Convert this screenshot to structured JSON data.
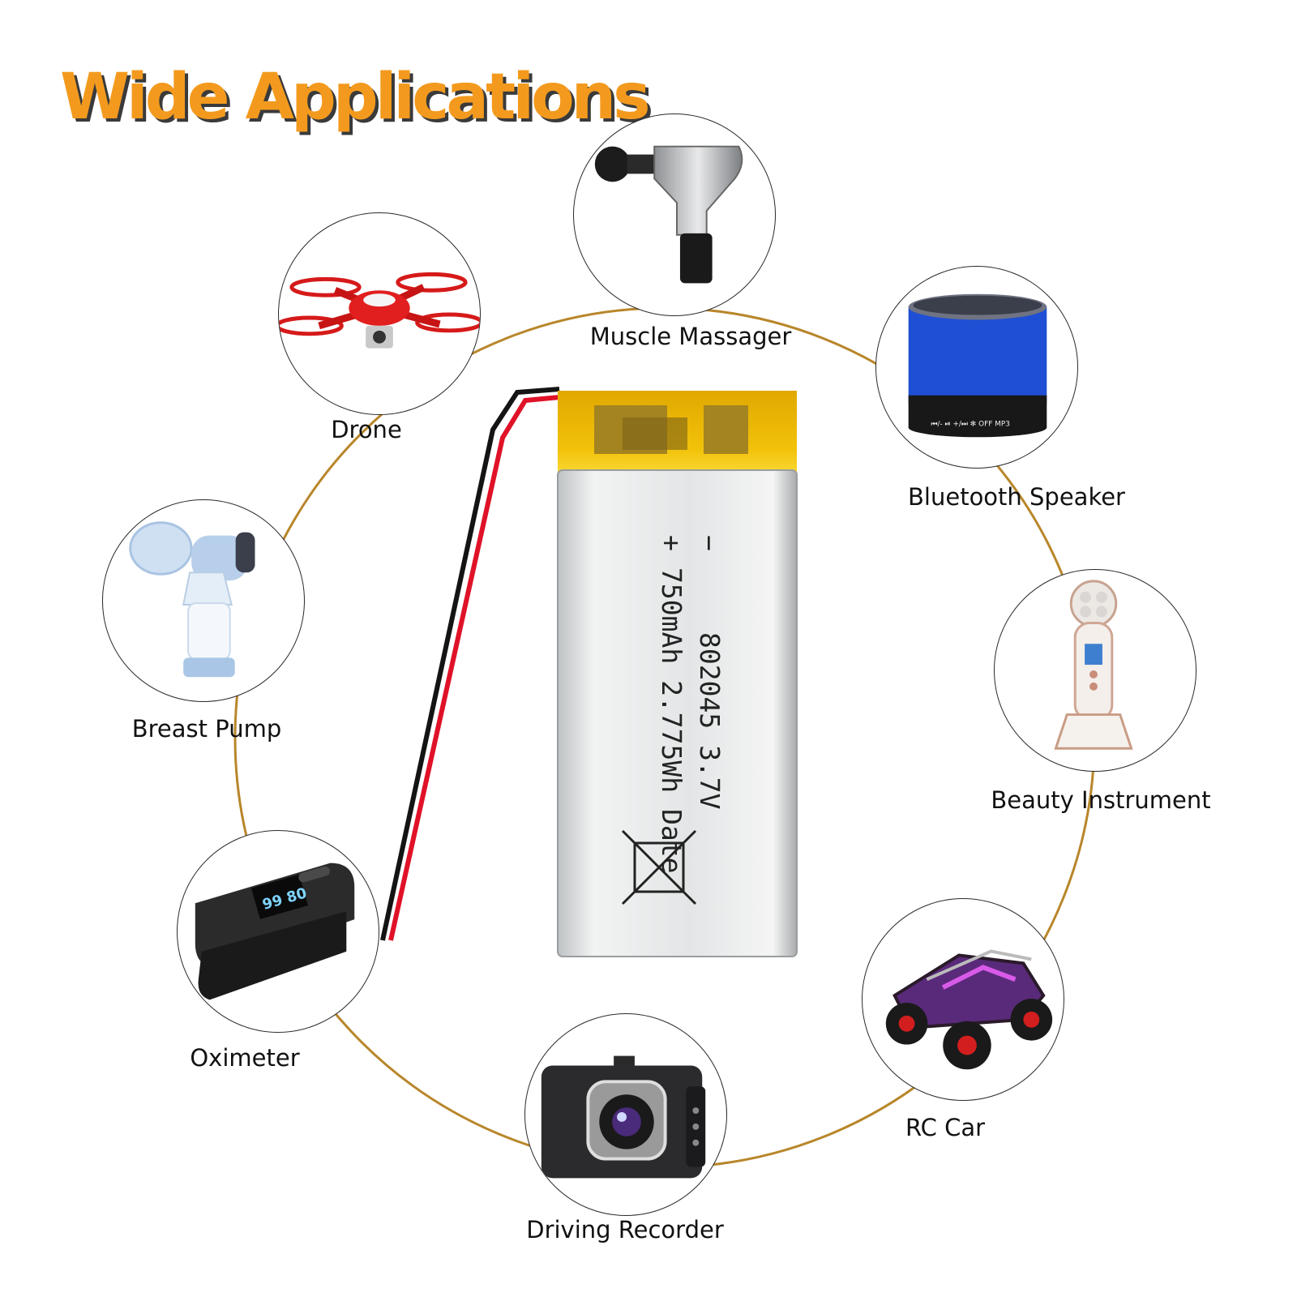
{
  "title": "Wide Applications",
  "accent_color": "#f39a1e",
  "ring_color": "#b8862a",
  "applications": [
    {
      "label": "Muscle Massager",
      "icon": "massage-gun-icon"
    },
    {
      "label": "Drone",
      "icon": "drone-icon"
    },
    {
      "label": "Bluetooth Speaker",
      "icon": "speaker-icon"
    },
    {
      "label": "Breast Pump",
      "icon": "breast-pump-icon"
    },
    {
      "label": "Beauty Instrument",
      "icon": "beauty-device-icon"
    },
    {
      "label": "Oximeter",
      "icon": "oximeter-icon"
    },
    {
      "label": "RC Car",
      "icon": "rc-car-icon"
    },
    {
      "label": "Driving Recorder",
      "icon": "dashcam-icon"
    }
  ],
  "battery": {
    "polarity_neg": "−",
    "polarity_pos": "+",
    "line1": "802045 3.7V",
    "line2": "750mAh 2.775Wh Date",
    "speaker_buttons": "⏮/-  ⏯  +/⏭   ✻  OFF  MP3",
    "oximeter_reading": "99 80"
  }
}
